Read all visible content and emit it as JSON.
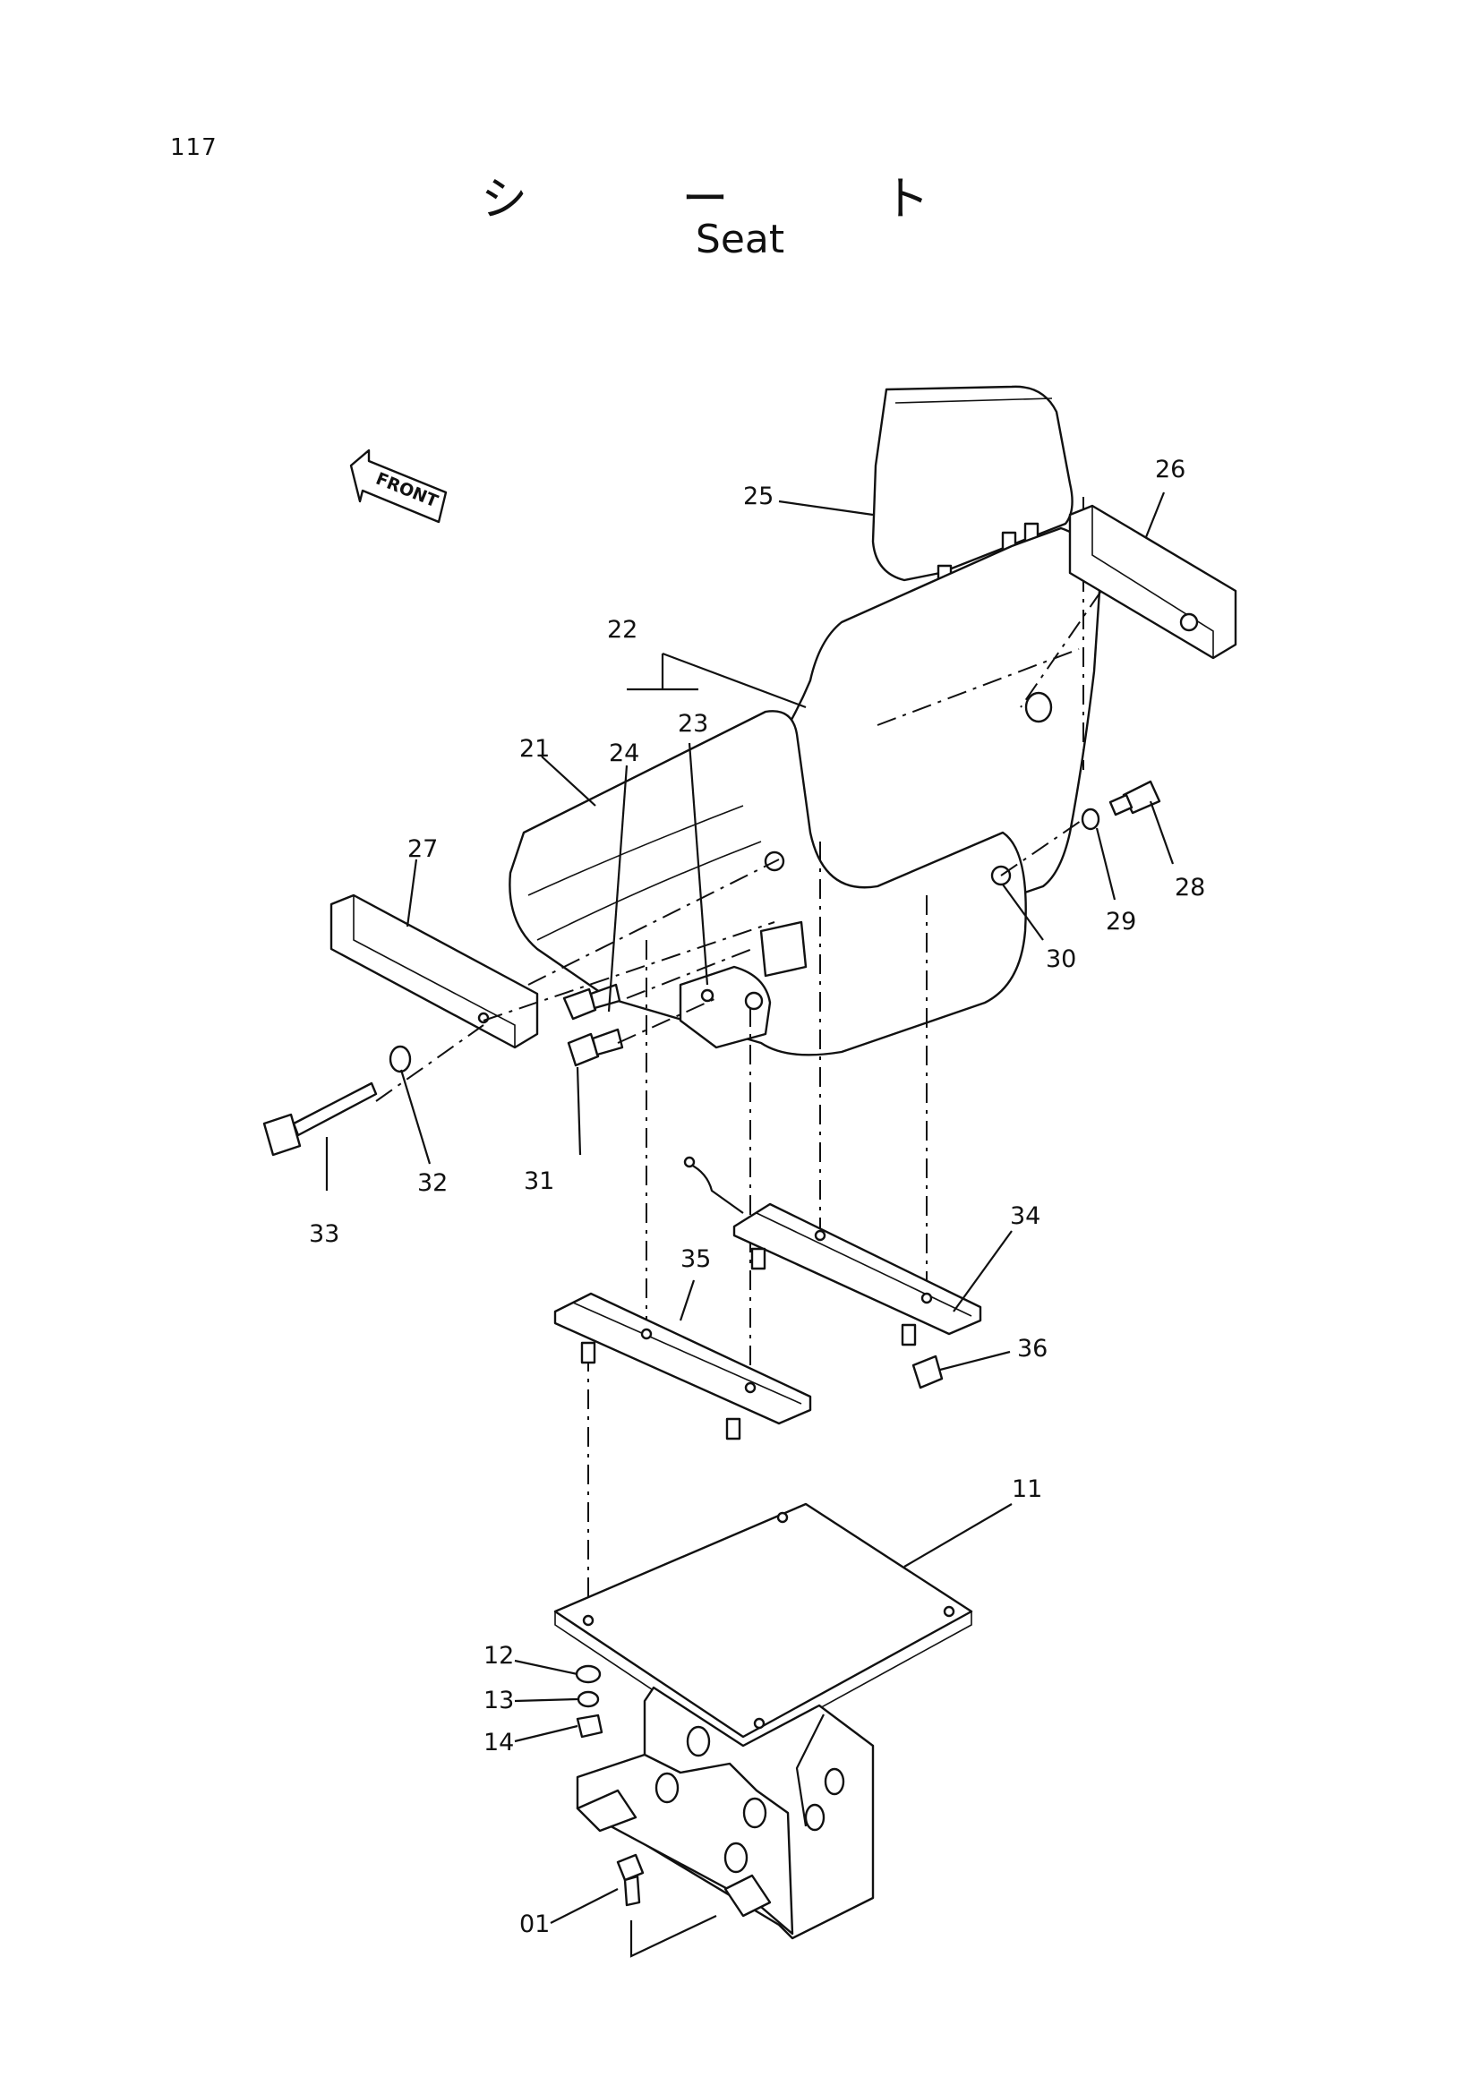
{
  "page": {
    "number": "117"
  },
  "title": {
    "japanese": "シ ー ト",
    "english": "Seat"
  },
  "front_arrow": {
    "label": "FRONT"
  },
  "callouts": {
    "c01": "01",
    "c11": "11",
    "c12": "12",
    "c13": "13",
    "c14": "14",
    "c21": "21",
    "c22": "22",
    "c23": "23",
    "c24": "24",
    "c25": "25",
    "c26": "26",
    "c27": "27",
    "c28": "28",
    "c29": "29",
    "c30": "30",
    "c31": "31",
    "c32": "32",
    "c33": "33",
    "c34": "34",
    "c35": "35",
    "c36": "36"
  }
}
